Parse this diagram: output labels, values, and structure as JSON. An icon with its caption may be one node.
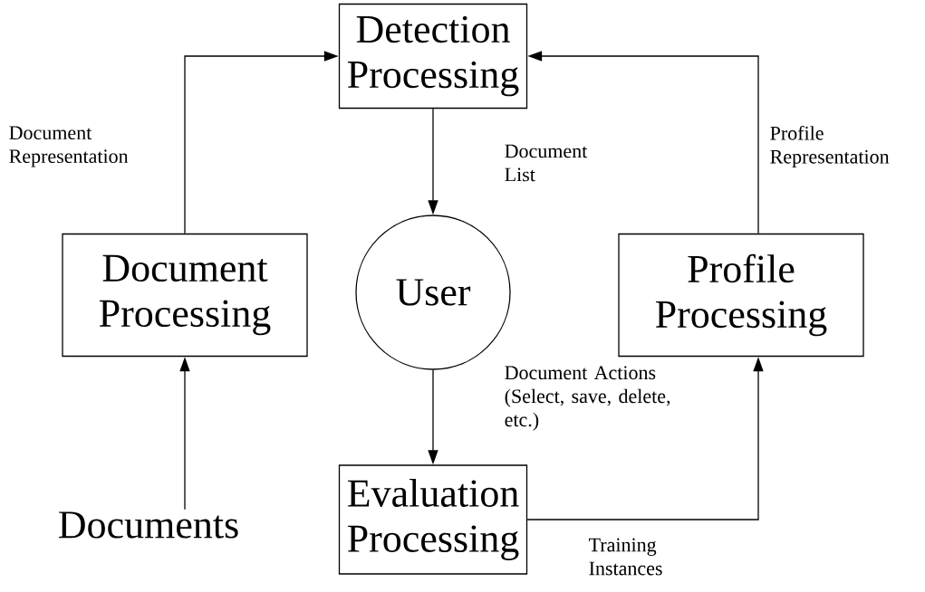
{
  "diagram": {
    "nodes": [
      {
        "text": [
          "Detection Processing"
        ]
      },
      {
        "text": [
          "Document Processing"
        ]
      },
      {
        "text": [
          "User"
        ]
      },
      {
        "text": [
          "Profile Processing"
        ]
      },
      {
        "text": [
          "Evaluation Processing"
        ]
      },
      {
        "text": [
          "Documents"
        ]
      }
    ],
    "edges": [
      {
        "from": 1,
        "to": 0,
        "arrow": "to",
        "label": "Document Representation"
      },
      {
        "from": 0,
        "to": 2,
        "arrow": "to",
        "label": "Document List"
      },
      {
        "from": 3,
        "to": 0,
        "arrow": "to",
        "label": "Profile Representation"
      },
      {
        "from": 2,
        "to": 4,
        "arrow": "to",
        "label": "Document Actions (Select, save, delete, etc.)"
      },
      {
        "from": 4,
        "to": 3,
        "arrow": "to",
        "label": "Training Instances"
      },
      {
        "from": 5,
        "to": 1,
        "arrow": "to"
      }
    ]
  }
}
